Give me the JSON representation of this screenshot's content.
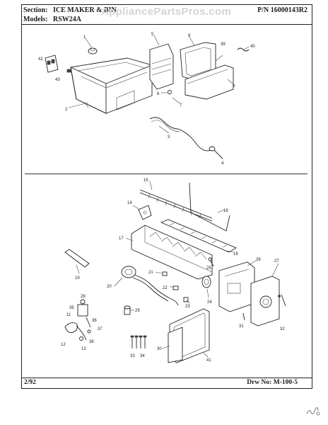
{
  "header": {
    "section_label": "Section:",
    "section_value": "ICE MAKER & BIN",
    "models_label": "Models:",
    "models_value": "RSW24A",
    "part_number": "P/N 16000143R2",
    "watermark": "AppliancePartsPros.com"
  },
  "footer": {
    "date": "2/92",
    "drawing_number": "Drw No: M-100-5"
  },
  "callouts": {
    "c1": "1",
    "c2": "2",
    "c3": "3",
    "c4": "4",
    "c5": "5",
    "c6": "6",
    "c7": "7",
    "c8": "8",
    "c9": "9",
    "c15": "15",
    "c16": "16",
    "c17": "17",
    "c18": "18",
    "c19": "19",
    "c20": "20",
    "c21": "21",
    "c22": "22",
    "c23": "23",
    "c24": "24",
    "c25": "25",
    "c26": "26",
    "c27": "27",
    "c28": "28",
    "c29": "29",
    "c30": "30",
    "c31": "31",
    "c32": "32",
    "c33": "33",
    "c34": "34",
    "c35": "35",
    "c36": "36",
    "c37": "37",
    "c38": "38",
    "c39": "39",
    "c40": "40",
    "c41": "41",
    "c42": "42",
    "c43": "43",
    "c11": "11",
    "c12": "12",
    "c13": "13"
  }
}
